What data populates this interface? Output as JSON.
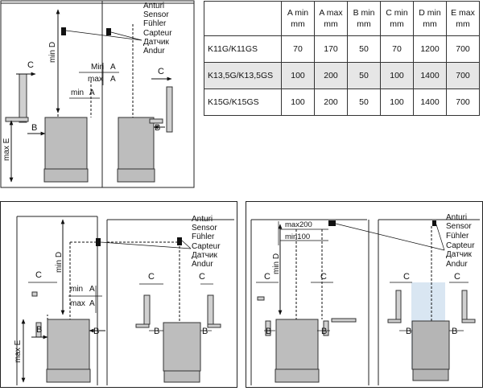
{
  "sensor_labels": [
    "Anturi",
    "Sensor",
    "Fühler",
    "Capteur",
    "Датчик",
    "Andur"
  ],
  "dims": {
    "C": "C",
    "B": "B",
    "A": "A",
    "min": "min",
    "max": "max",
    "Min": "Min",
    "min_D": "min D",
    "max_E": "max E",
    "max200": "max200",
    "min100": "min100"
  },
  "table": {
    "headers": [
      "A min\nmm",
      "A max\nmm",
      "B min\nmm",
      "C min\nmm",
      "D min\nmm",
      "E max\nmm"
    ],
    "rows": [
      {
        "model": "K11G/K11GS",
        "values": [
          "70",
          "170",
          "50",
          "70",
          "1200",
          "700"
        ]
      },
      {
        "model": "K13,5G/K13,5GS",
        "values": [
          "100",
          "200",
          "50",
          "100",
          "1400",
          "700"
        ]
      },
      {
        "model": "K15G/K15GS",
        "values": [
          "100",
          "200",
          "50",
          "100",
          "1400",
          "700"
        ]
      }
    ]
  }
}
